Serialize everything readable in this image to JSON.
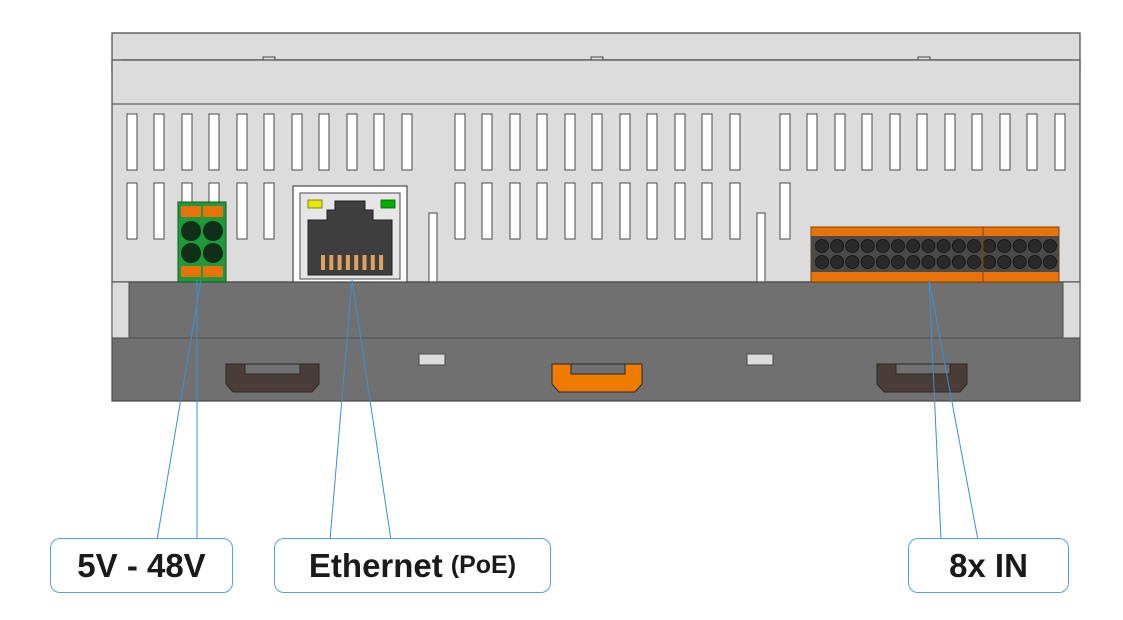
{
  "labels": {
    "power": {
      "main": "5V - 48V",
      "suffix": ""
    },
    "ethernet": {
      "main": "Ethernet",
      "suffix": "(PoE)"
    },
    "inputs": {
      "main": "8x IN",
      "suffix": ""
    }
  },
  "colors": {
    "housing_light": "#dcdcdc",
    "housing_dark": "#707070",
    "outline": "#4a4a4a",
    "vent": "#ffffff",
    "terminal_green": "#1f9a3a",
    "terminal_orange": "#e8730a",
    "din_clip_brown": "#4a3c36",
    "din_clip_orange": "#ef7a00",
    "leader_line": "#3c8fd0",
    "led_yellow": "#e8e800",
    "led_green": "#00b000"
  },
  "icons": {
    "power": "green-push-terminal-icon",
    "ethernet": "rj45-port-icon",
    "inputs": "orange-terminal-block-icon"
  }
}
